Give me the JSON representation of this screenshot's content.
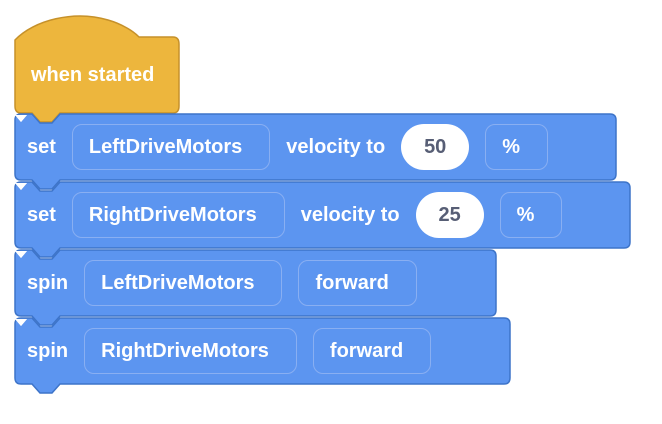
{
  "workspace": {
    "colors": {
      "canvas_background": "#FFFFFF",
      "hat_fill": "#EDB63D",
      "hat_stroke": "#C6912A",
      "block_fill": "#5C95F0",
      "block_stroke": "#3D74C9",
      "dropdown_stroke": "#89AFF2",
      "block_text": "#FFFFFF",
      "input_fill": "#FFFFFF",
      "input_text": "#575E75"
    },
    "hat_block": {
      "label": "when started"
    },
    "blocks": [
      {
        "verb": "set",
        "motor": "LeftDriveMotors",
        "mid_label": "velocity to",
        "value": "50",
        "unit": "%"
      },
      {
        "verb": "set",
        "motor": "RightDriveMotors",
        "mid_label": "velocity to",
        "value": "25",
        "unit": "%"
      },
      {
        "verb": "spin",
        "motor": "LeftDriveMotors",
        "direction": "forward"
      },
      {
        "verb": "spin",
        "motor": "RightDriveMotors",
        "direction": "forward"
      }
    ]
  }
}
